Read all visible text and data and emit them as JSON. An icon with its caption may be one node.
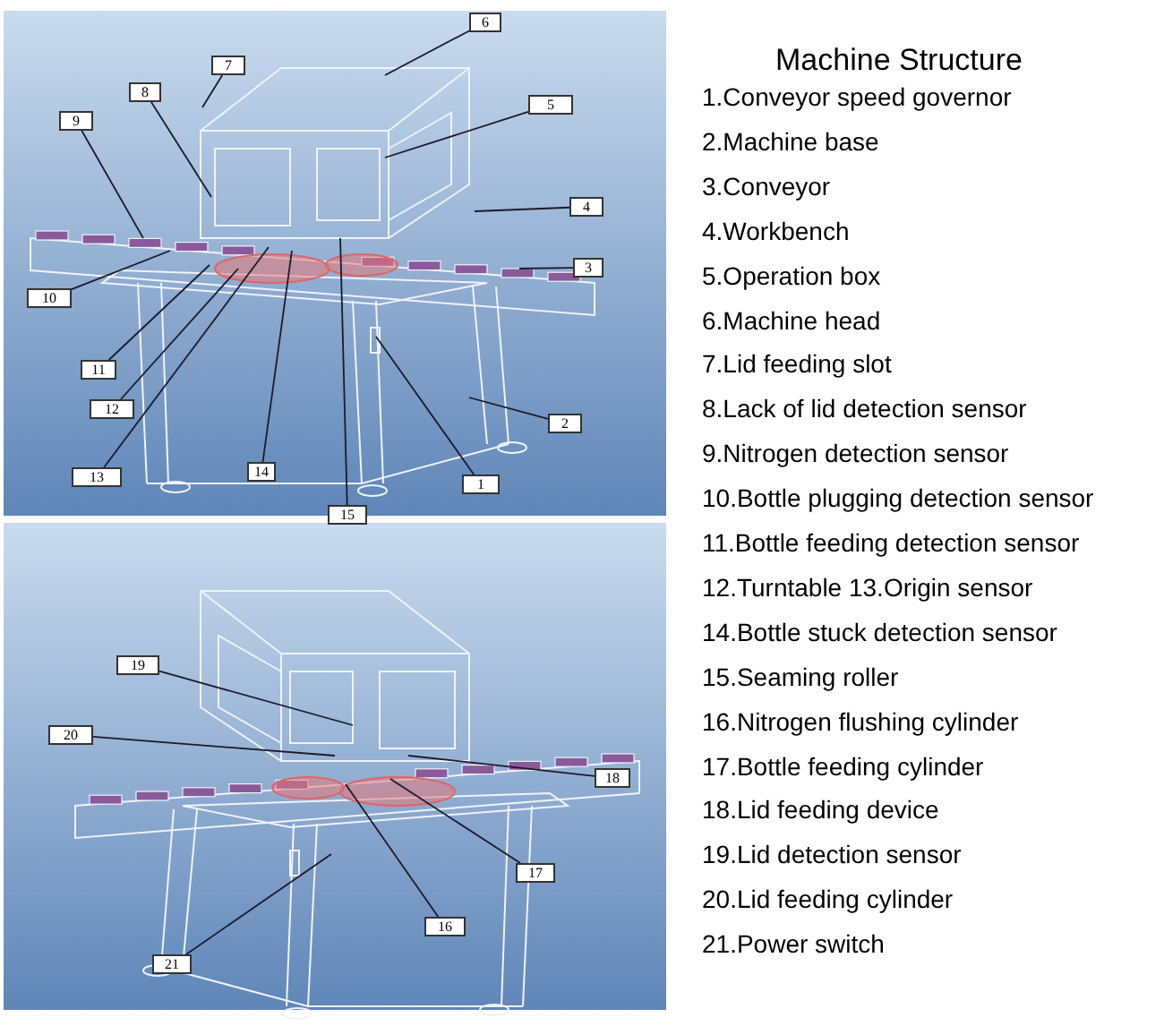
{
  "diagram": {
    "title": "Machine Structure",
    "nodes": [
      {
        "text": [
          "1"
        ]
      },
      {
        "text": [
          "2"
        ]
      },
      {
        "text": [
          "3"
        ]
      },
      {
        "text": [
          "4"
        ]
      },
      {
        "text": [
          "5"
        ]
      },
      {
        "text": [
          "6"
        ]
      },
      {
        "text": [
          "7"
        ]
      },
      {
        "text": [
          "8"
        ]
      },
      {
        "text": [
          "9"
        ]
      },
      {
        "text": [
          "10"
        ]
      },
      {
        "text": [
          "11"
        ]
      },
      {
        "text": [
          "12"
        ]
      },
      {
        "text": [
          "13"
        ]
      },
      {
        "text": [
          "14"
        ]
      },
      {
        "text": [
          "15"
        ]
      },
      {
        "text": [
          "16"
        ]
      },
      {
        "text": [
          "17"
        ]
      },
      {
        "text": [
          "18"
        ]
      },
      {
        "text": [
          "19"
        ]
      },
      {
        "text": [
          "20"
        ]
      },
      {
        "text": [
          "21"
        ]
      }
    ],
    "edges": [
      {
        "from": 0,
        "to": null,
        "arrow": "none"
      },
      {
        "from": 1,
        "to": null,
        "arrow": "none"
      },
      {
        "from": 2,
        "to": null,
        "arrow": "none"
      },
      {
        "from": 3,
        "to": null,
        "arrow": "none"
      },
      {
        "from": 4,
        "to": null,
        "arrow": "none"
      },
      {
        "from": 5,
        "to": null,
        "arrow": "none"
      },
      {
        "from": 6,
        "to": null,
        "arrow": "none"
      },
      {
        "from": 7,
        "to": null,
        "arrow": "none"
      },
      {
        "from": 8,
        "to": null,
        "arrow": "none"
      },
      {
        "from": 9,
        "to": null,
        "arrow": "none"
      },
      {
        "from": 10,
        "to": null,
        "arrow": "none"
      },
      {
        "from": 11,
        "to": null,
        "arrow": "none"
      },
      {
        "from": 12,
        "to": null,
        "arrow": "none"
      },
      {
        "from": 13,
        "to": null,
        "arrow": "none"
      },
      {
        "from": 14,
        "to": null,
        "arrow": "none"
      },
      {
        "from": 15,
        "to": null,
        "arrow": "none"
      },
      {
        "from": 16,
        "to": null,
        "arrow": "none"
      },
      {
        "from": 17,
        "to": null,
        "arrow": "none"
      },
      {
        "from": 18,
        "to": null,
        "arrow": "none"
      },
      {
        "from": 19,
        "to": null,
        "arrow": "none"
      },
      {
        "from": 20,
        "to": null,
        "arrow": "none"
      }
    ],
    "labels": [
      "1.Conveyor speed governor",
      "2.Machine base",
      "3.Conveyor",
      "4.Workbench",
      "5.Operation box",
      "6.Machine head",
      "7.Lid feeding slot",
      "8.Lack of lid detection sensor",
      "9.Nitrogen detection sensor",
      "10.Bottle plugging detection sensor",
      "11.Bottle feeding detection sensor",
      "12.Turntable 13.Origin sensor",
      "14.Bottle stuck detection sensor",
      "15.Seaming roller",
      "16.Nitrogen flushing cylinder",
      "17.Bottle feeding cylinder",
      "18.Lid feeding device",
      "19.Lid detection sensor",
      "20.Lid feeding cylinder",
      "21.Power switch"
    ]
  }
}
